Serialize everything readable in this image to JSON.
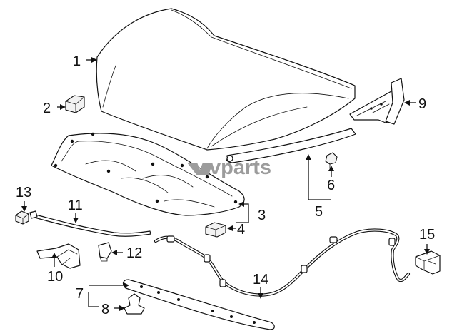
{
  "watermark": {
    "text": "vparts",
    "mark": "W"
  },
  "callouts": [
    {
      "id": "1",
      "label": "1"
    },
    {
      "id": "2",
      "label": "2"
    },
    {
      "id": "3",
      "label": "3"
    },
    {
      "id": "4",
      "label": "4"
    },
    {
      "id": "5",
      "label": "5"
    },
    {
      "id": "6",
      "label": "6"
    },
    {
      "id": "7",
      "label": "7"
    },
    {
      "id": "8",
      "label": "8"
    },
    {
      "id": "9",
      "label": "9"
    },
    {
      "id": "10",
      "label": "10"
    },
    {
      "id": "11",
      "label": "11"
    },
    {
      "id": "12",
      "label": "12"
    },
    {
      "id": "13",
      "label": "13"
    },
    {
      "id": "14",
      "label": "14"
    },
    {
      "id": "15",
      "label": "15"
    }
  ]
}
